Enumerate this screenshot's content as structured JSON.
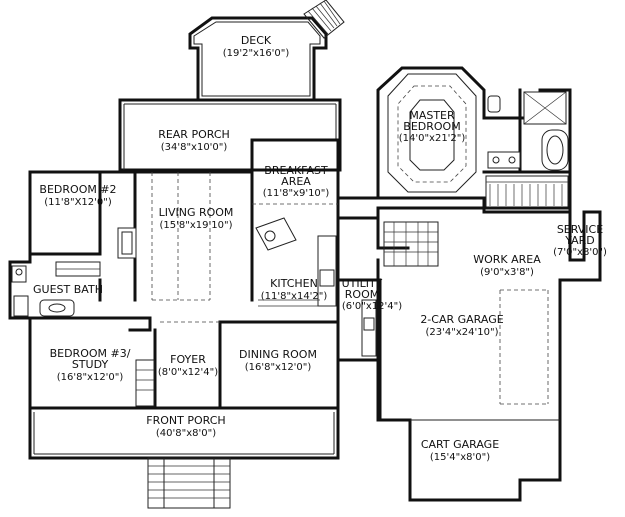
{
  "rooms": {
    "deck": {
      "name": "DECK",
      "dims": "(19'2\"x16'0\")"
    },
    "rear_porch": {
      "name": "REAR PORCH",
      "dims": "(34'8\"x10'0\")"
    },
    "master_bedroom": {
      "name_1": "MASTER",
      "name_2": "BEDROOM",
      "dims": "(14'0\"x21'2\")"
    },
    "breakfast": {
      "name_1": "BREAKFAST",
      "name_2": "AREA",
      "dims": "(11'8\"x9'10\")"
    },
    "bedroom_2": {
      "name": "BEDROOM #2",
      "dims": "(11'8\"X12'0\")"
    },
    "living_room": {
      "name": "LIVING ROOM",
      "dims": "(15'8\"x19'10\")"
    },
    "service_yard": {
      "name": "SERVICE",
      "name_2": "YARD",
      "dims": "(7'0\"x8'0\")"
    },
    "work_area": {
      "name": "WORK AREA",
      "dims": "(9'0\"x3'8\")"
    },
    "guest_bath": {
      "name": "GUEST BATH"
    },
    "kitchen": {
      "name": "KITCHEN",
      "dims": "(11'8\"x14'2\")"
    },
    "utility": {
      "name": "UTILITY",
      "name_2": "ROOM",
      "dims": "(6'0\"x12'4\")"
    },
    "garage": {
      "name": "2-CAR GARAGE",
      "dims": "(23'4\"x24'10\")"
    },
    "bedroom_3": {
      "name_1": "BEDROOM #3/",
      "name_2": "STUDY",
      "dims": "(16'8\"x12'0\")"
    },
    "foyer": {
      "name": "FOYER",
      "dims": "(8'0\"x12'4\")"
    },
    "dining_room": {
      "name": "DINING ROOM",
      "dims": "(16'8\"x12'0\")"
    },
    "front_porch": {
      "name": "FRONT PORCH",
      "dims": "(40'8\"x8'0\")"
    },
    "cart_garage": {
      "name": "CART GARAGE",
      "dims": "(15'4\"x8'0\")"
    }
  }
}
